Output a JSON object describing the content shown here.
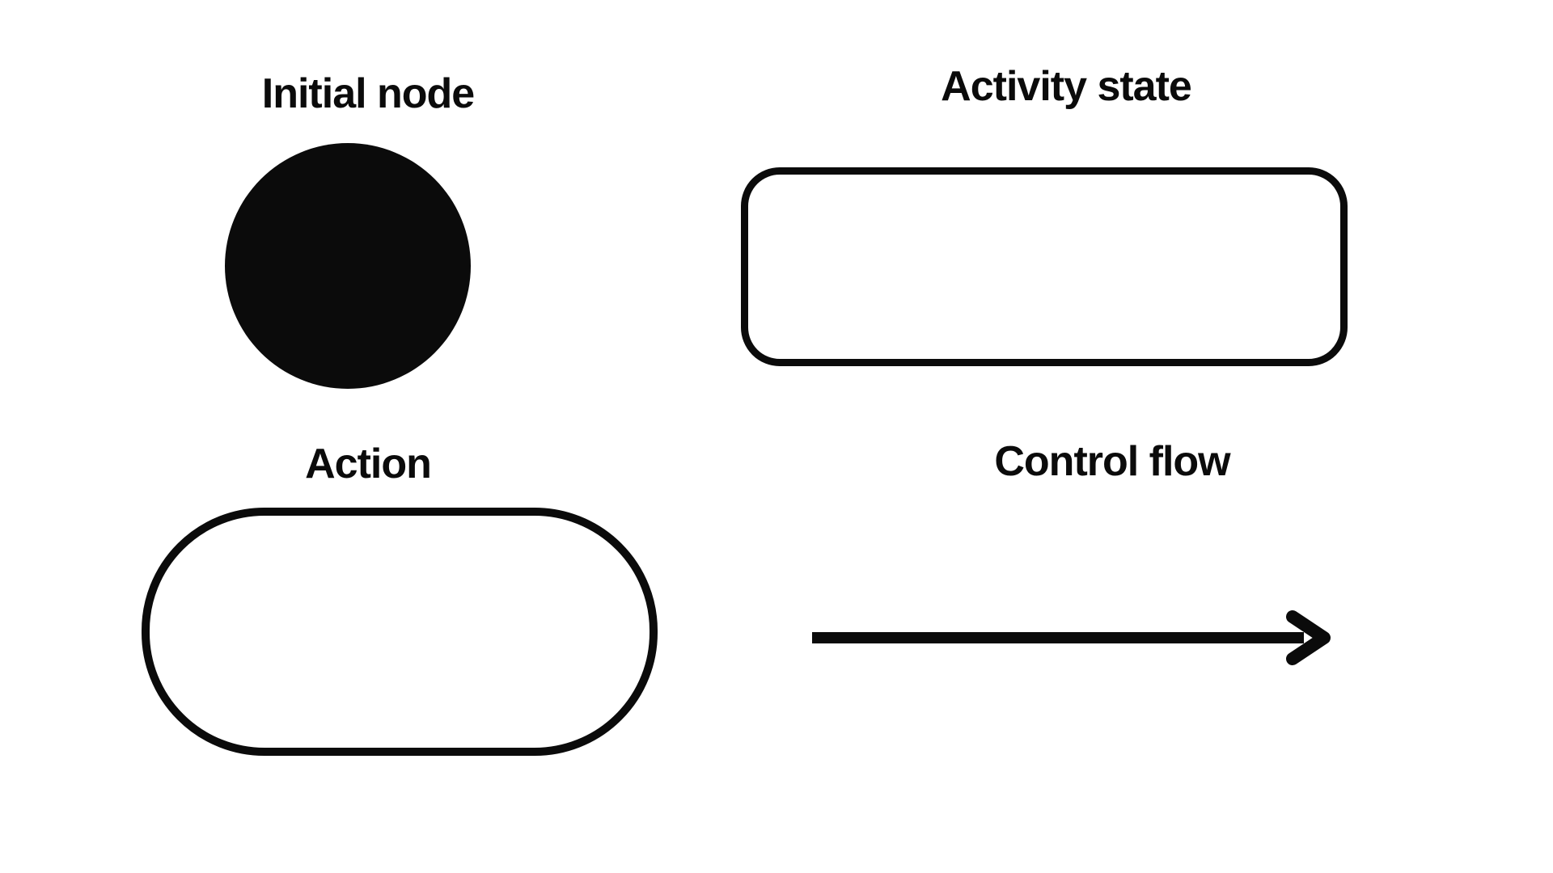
{
  "canvas": {
    "background": "#ffffff",
    "ink": "#0b0b0b"
  },
  "legend": {
    "items": [
      {
        "label": "Initial node",
        "shape": "filled-circle"
      },
      {
        "label": "Activity state",
        "shape": "rounded-rectangle"
      },
      {
        "label": "Action",
        "shape": "stadium"
      },
      {
        "label": "Control flow",
        "shape": "arrow-right"
      }
    ]
  }
}
